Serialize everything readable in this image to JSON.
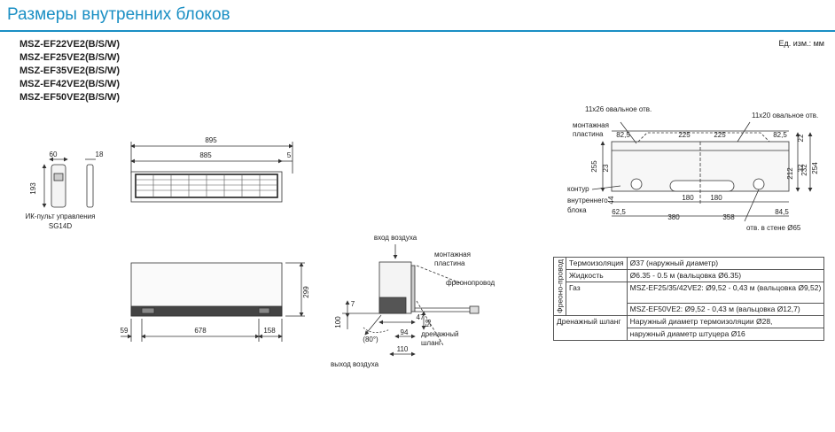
{
  "title": "Размеры внутренних блоков",
  "models": [
    "MSZ-EF22VE2(B/S/W)",
    "MSZ-EF25VE2(B/S/W)",
    "MSZ-EF35VE2(B/S/W)",
    "MSZ-EF42VE2(B/S/W)",
    "MSZ-EF50VE2(B/S/W)"
  ],
  "unit": "Ед. изм.: мм",
  "remote": {
    "w": "60",
    "d": "18",
    "h": "193",
    "label1": "ИК-пульт управления",
    "label2": "SG14D"
  },
  "front": {
    "w_total": "895",
    "w_inner": "885",
    "w_side": "5"
  },
  "bottom": {
    "h": "299",
    "left": "59",
    "mid": "678",
    "right": "158"
  },
  "side": {
    "air_in": "вход воздуха",
    "air_out": "выход воздуха",
    "mount1": "монтажная",
    "mount2": "пластина",
    "freon": "фреонопровод",
    "drain1": "дренажный",
    "drain2": "шланг",
    "d7": "7",
    "d100": "100",
    "d58": "58",
    "d47": "47",
    "d94": "94",
    "d110": "110",
    "angle": "(80°)"
  },
  "plate": {
    "oval1": "11x26 овальное отв.",
    "oval2": "11x20 овальное отв.",
    "mount1": "монтажная",
    "mount2": "пластина",
    "contour1": "контур",
    "contour2": "внутреннего",
    "contour3": "блока",
    "wall": "отв. в стене Ø65",
    "top": [
      "82,5",
      "225",
      "225",
      "82,5"
    ],
    "mid": [
      "180",
      "180"
    ],
    "bot": [
      "62,5",
      "380",
      "358",
      "84,5"
    ],
    "left": [
      "255",
      "23",
      "44"
    ],
    "right": [
      "22",
      "32",
      "212",
      "232",
      "254"
    ]
  },
  "table": {
    "group": "Фреоно-провод",
    "rows": [
      {
        "label": "Термоизоляция",
        "value": "Ø37 (наружный диаметр)"
      },
      {
        "label": "Жидкость",
        "value": "Ø6.35 - 0.5 м  (вальцовка Ø6.35)"
      },
      {
        "label": "Газ",
        "value": "MSZ-EF25/35/42VE2: Ø9,52 - 0,43 м (вальцовка Ø9,52)",
        "value2": "MSZ-EF50VE2: Ø9,52 - 0,43 м (вальцовка Ø12,7)"
      }
    ],
    "drain_label": "Дренажный шланг",
    "drain_value1": "Наружный диаметр термоизоляции Ø28,",
    "drain_value2": "наружный диаметр штуцера Ø16"
  }
}
